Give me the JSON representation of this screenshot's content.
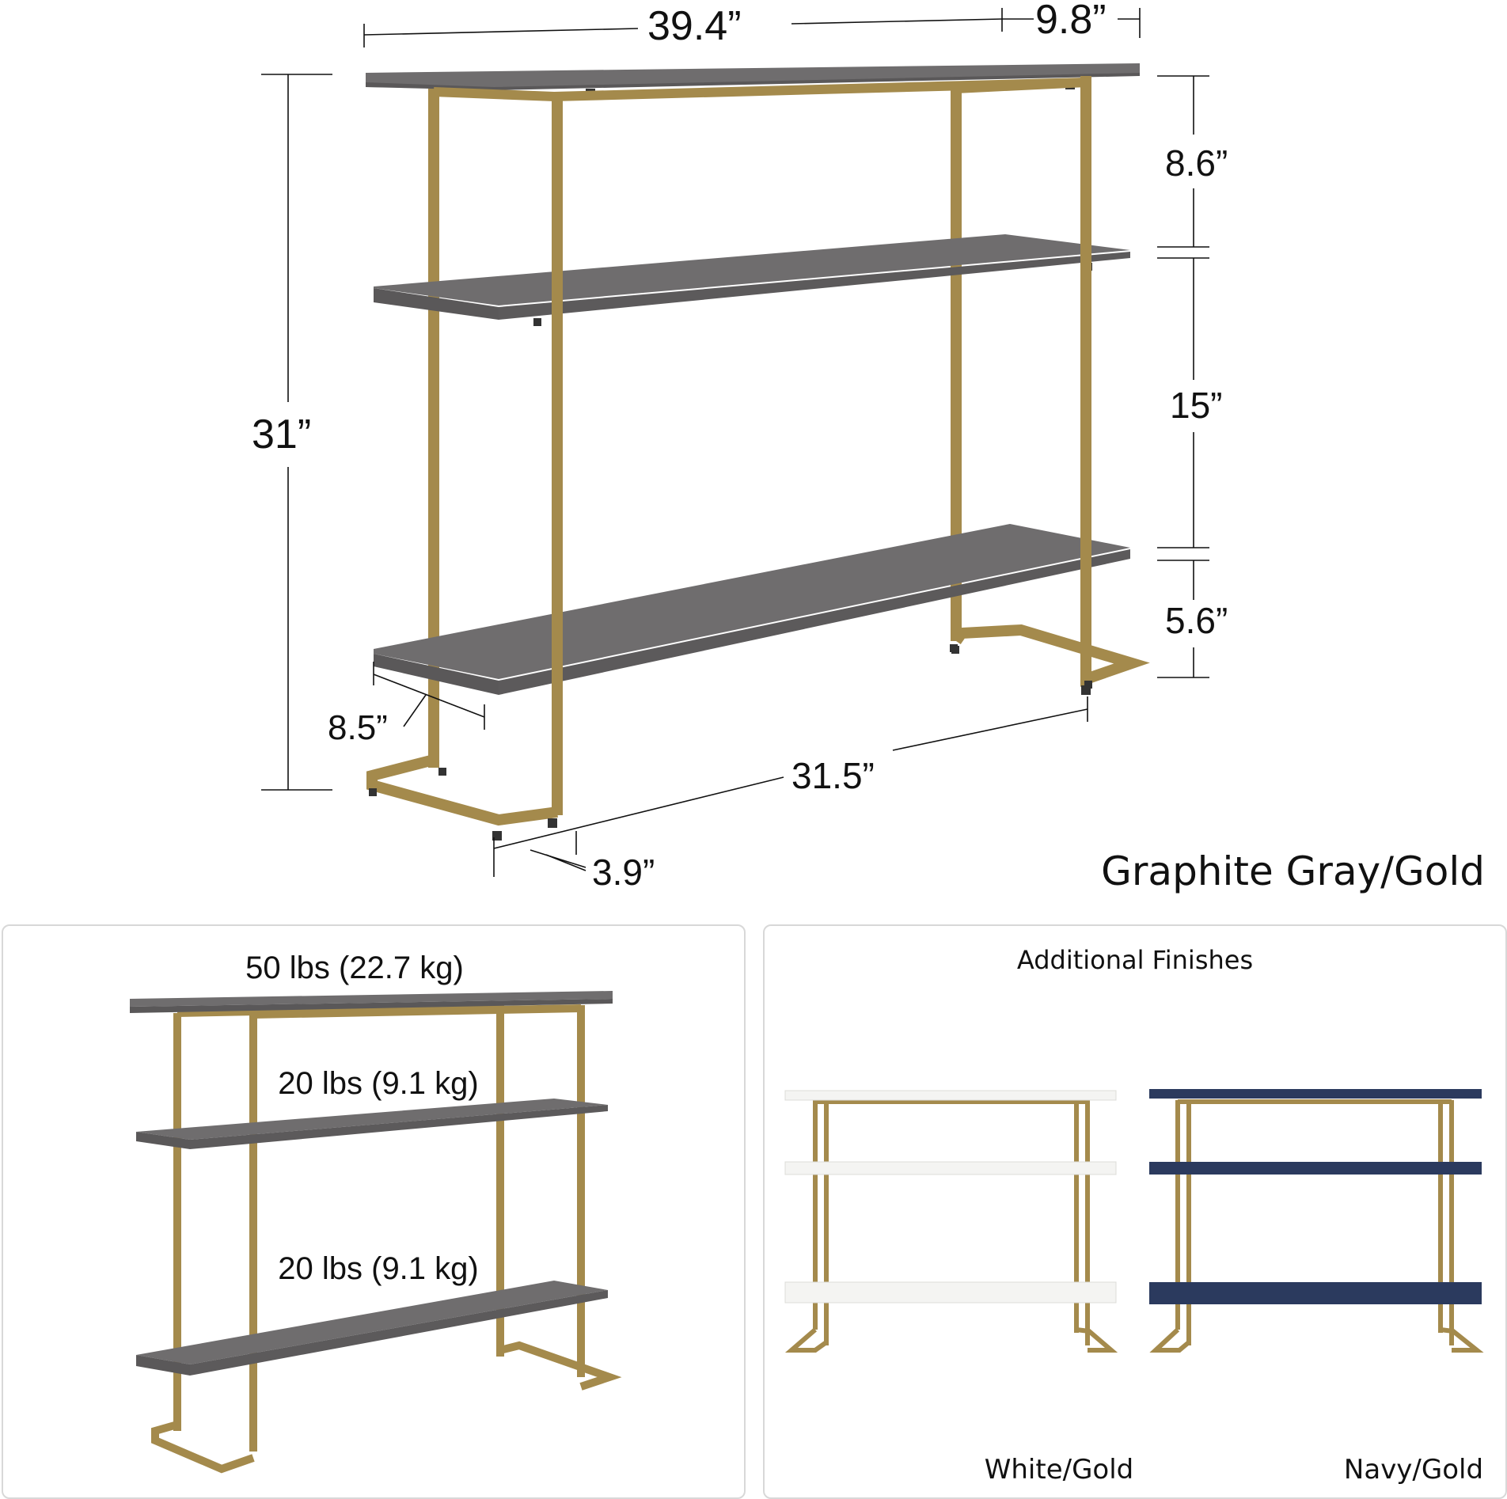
{
  "dimensions": {
    "width": "39.4”",
    "depth": "9.8”",
    "height": "31”",
    "shelf_gap_top": "8.6”",
    "shelf_gap_middle": "15”",
    "shelf_gap_bottom": "5.6”",
    "shelf_depth": "8.5”",
    "inner_width": "31.5”",
    "leg_offset": "3.9”"
  },
  "finish_label": "Graphite Gray/Gold",
  "weight_panel": {
    "top_capacity": "50 lbs (22.7 kg)",
    "middle_capacity": "20 lbs (9.1 kg)",
    "bottom_capacity": "20 lbs (9.1 kg)"
  },
  "finishes_panel": {
    "title": "Additional Finishes",
    "options": [
      {
        "label": "White/Gold",
        "shelf_color": "#f4f4f2",
        "frame_color": "#a48a4c"
      },
      {
        "label": "Navy/Gold",
        "shelf_color": "#2b3a5e",
        "frame_color": "#a48a4c"
      }
    ]
  },
  "colors": {
    "shelf": "#6f6d6e",
    "shelf_edge": "#5a5859",
    "frame": "#a48a4c",
    "frame_dark": "#8a7138"
  }
}
